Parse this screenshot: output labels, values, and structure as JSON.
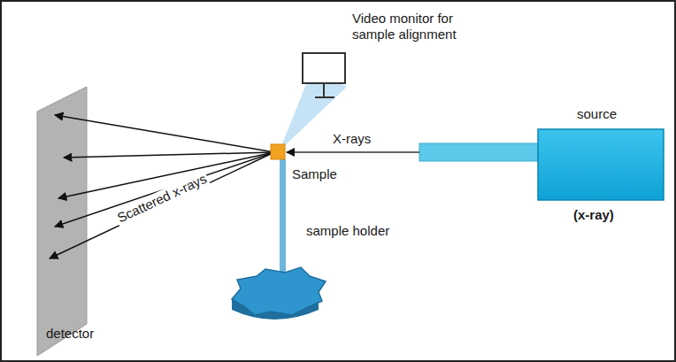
{
  "diagram": {
    "labels": [
      "Video monitor for sample alignment",
      "source",
      "X-rays",
      "Sample",
      "(x-ray)",
      "Scattered x-rays",
      "sample holder",
      "detector"
    ]
  }
}
